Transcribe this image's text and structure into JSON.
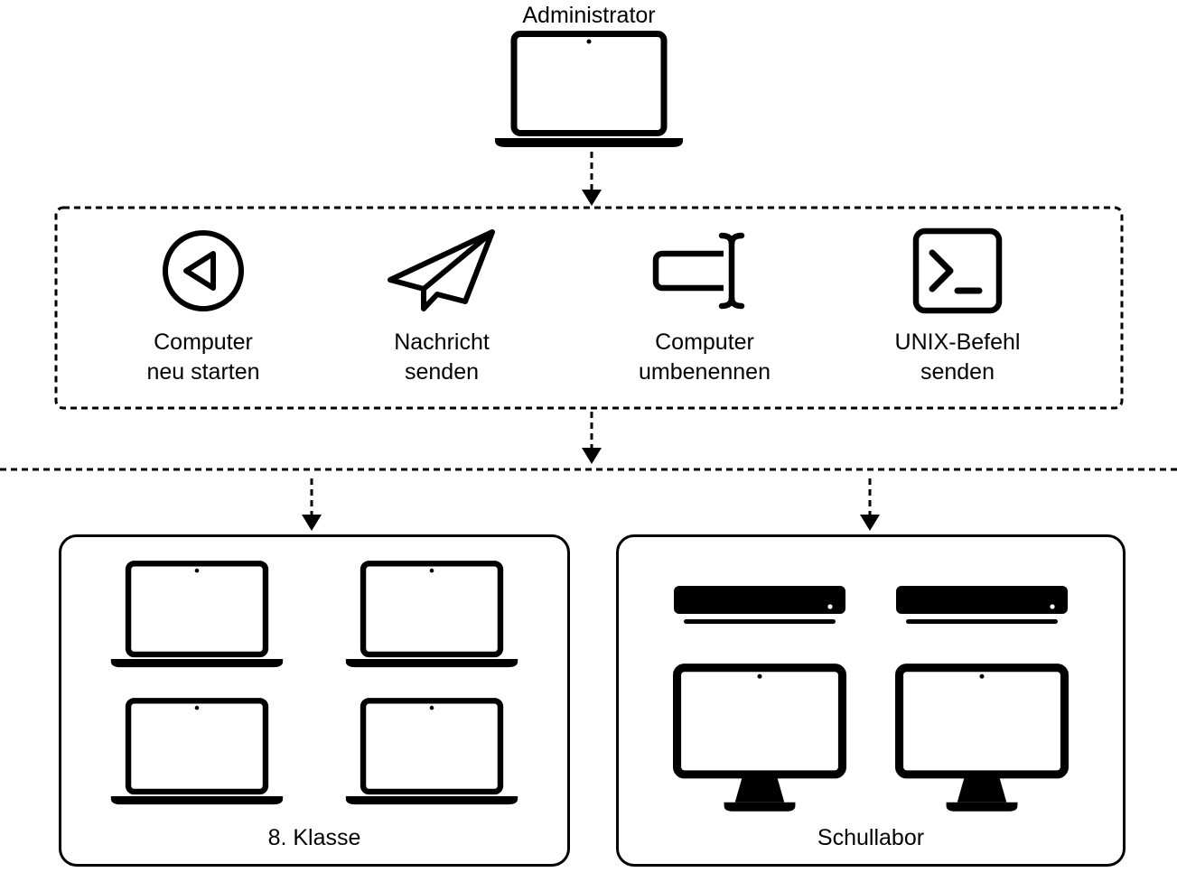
{
  "admin": {
    "label": "Administrator",
    "device": "laptop"
  },
  "actions": [
    {
      "id": "restart-computer",
      "icon": "restart-icon",
      "label": "Computer\nneu starten"
    },
    {
      "id": "send-message",
      "icon": "paper-plane-icon",
      "label": "Nachricht\nsenden"
    },
    {
      "id": "rename-computer",
      "icon": "rename-field-icon",
      "label": "Computer\numbenennen"
    },
    {
      "id": "send-unix-command",
      "icon": "terminal-icon",
      "label": "UNIX-Befehl\nsenden"
    }
  ],
  "groups": [
    {
      "id": "class-8",
      "label": "8. Klasse",
      "devices": [
        "laptop",
        "laptop",
        "laptop",
        "laptop"
      ]
    },
    {
      "id": "school-lab",
      "label": "Schullabor",
      "devices": [
        "mac-mini",
        "mac-mini",
        "imac",
        "imac"
      ]
    }
  ],
  "colors": {
    "ink": "#000000",
    "background": "#ffffff"
  }
}
